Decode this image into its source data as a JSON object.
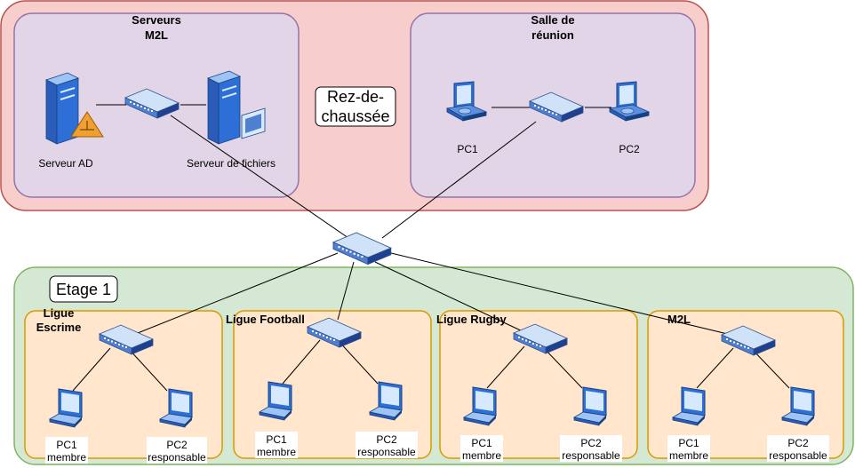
{
  "floors": {
    "ground": {
      "label_line1": "Rez-de-",
      "label_line2": "chaussée"
    },
    "first": {
      "label": "Etage 1"
    }
  },
  "rooms": {
    "servers": {
      "title_line1": "Serveurs",
      "title_line2": "M2L",
      "ad_server": "Serveur AD",
      "file_server": "Serveur de fichiers"
    },
    "meeting": {
      "title_line1": "Salle de",
      "title_line2": "réunion",
      "pc1": "PC1",
      "pc2": "PC2"
    }
  },
  "leagues": [
    {
      "title_line1": "Ligue",
      "title_line2": "Escrime",
      "pc1_line1": "PC1",
      "pc1_line2": "membre",
      "pc2_line1": "PC2",
      "pc2_line2": "responsable"
    },
    {
      "title": "Ligue Football",
      "pc1_line1": "PC1",
      "pc1_line2": "membre",
      "pc2_line1": "PC2",
      "pc2_line2": "responsable"
    },
    {
      "title": "Ligue Rugby",
      "pc1_line1": "PC1",
      "pc1_line2": "membre",
      "pc2_line1": "PC2",
      "pc2_line2": "responsable"
    },
    {
      "title": "M2L",
      "pc1_line1": "PC1",
      "pc1_line2": "membre",
      "pc2_line1": "PC2",
      "pc2_line2": "responsable"
    }
  ],
  "colors": {
    "ground_fill": "#f8cecc",
    "ground_stroke": "#b85450",
    "room_fill": "#e1d5e7",
    "room_stroke": "#9673a6",
    "first_fill": "#d5e8d4",
    "first_stroke": "#82b366",
    "league_fill": "#ffe6cc",
    "league_stroke": "#d79b00"
  }
}
